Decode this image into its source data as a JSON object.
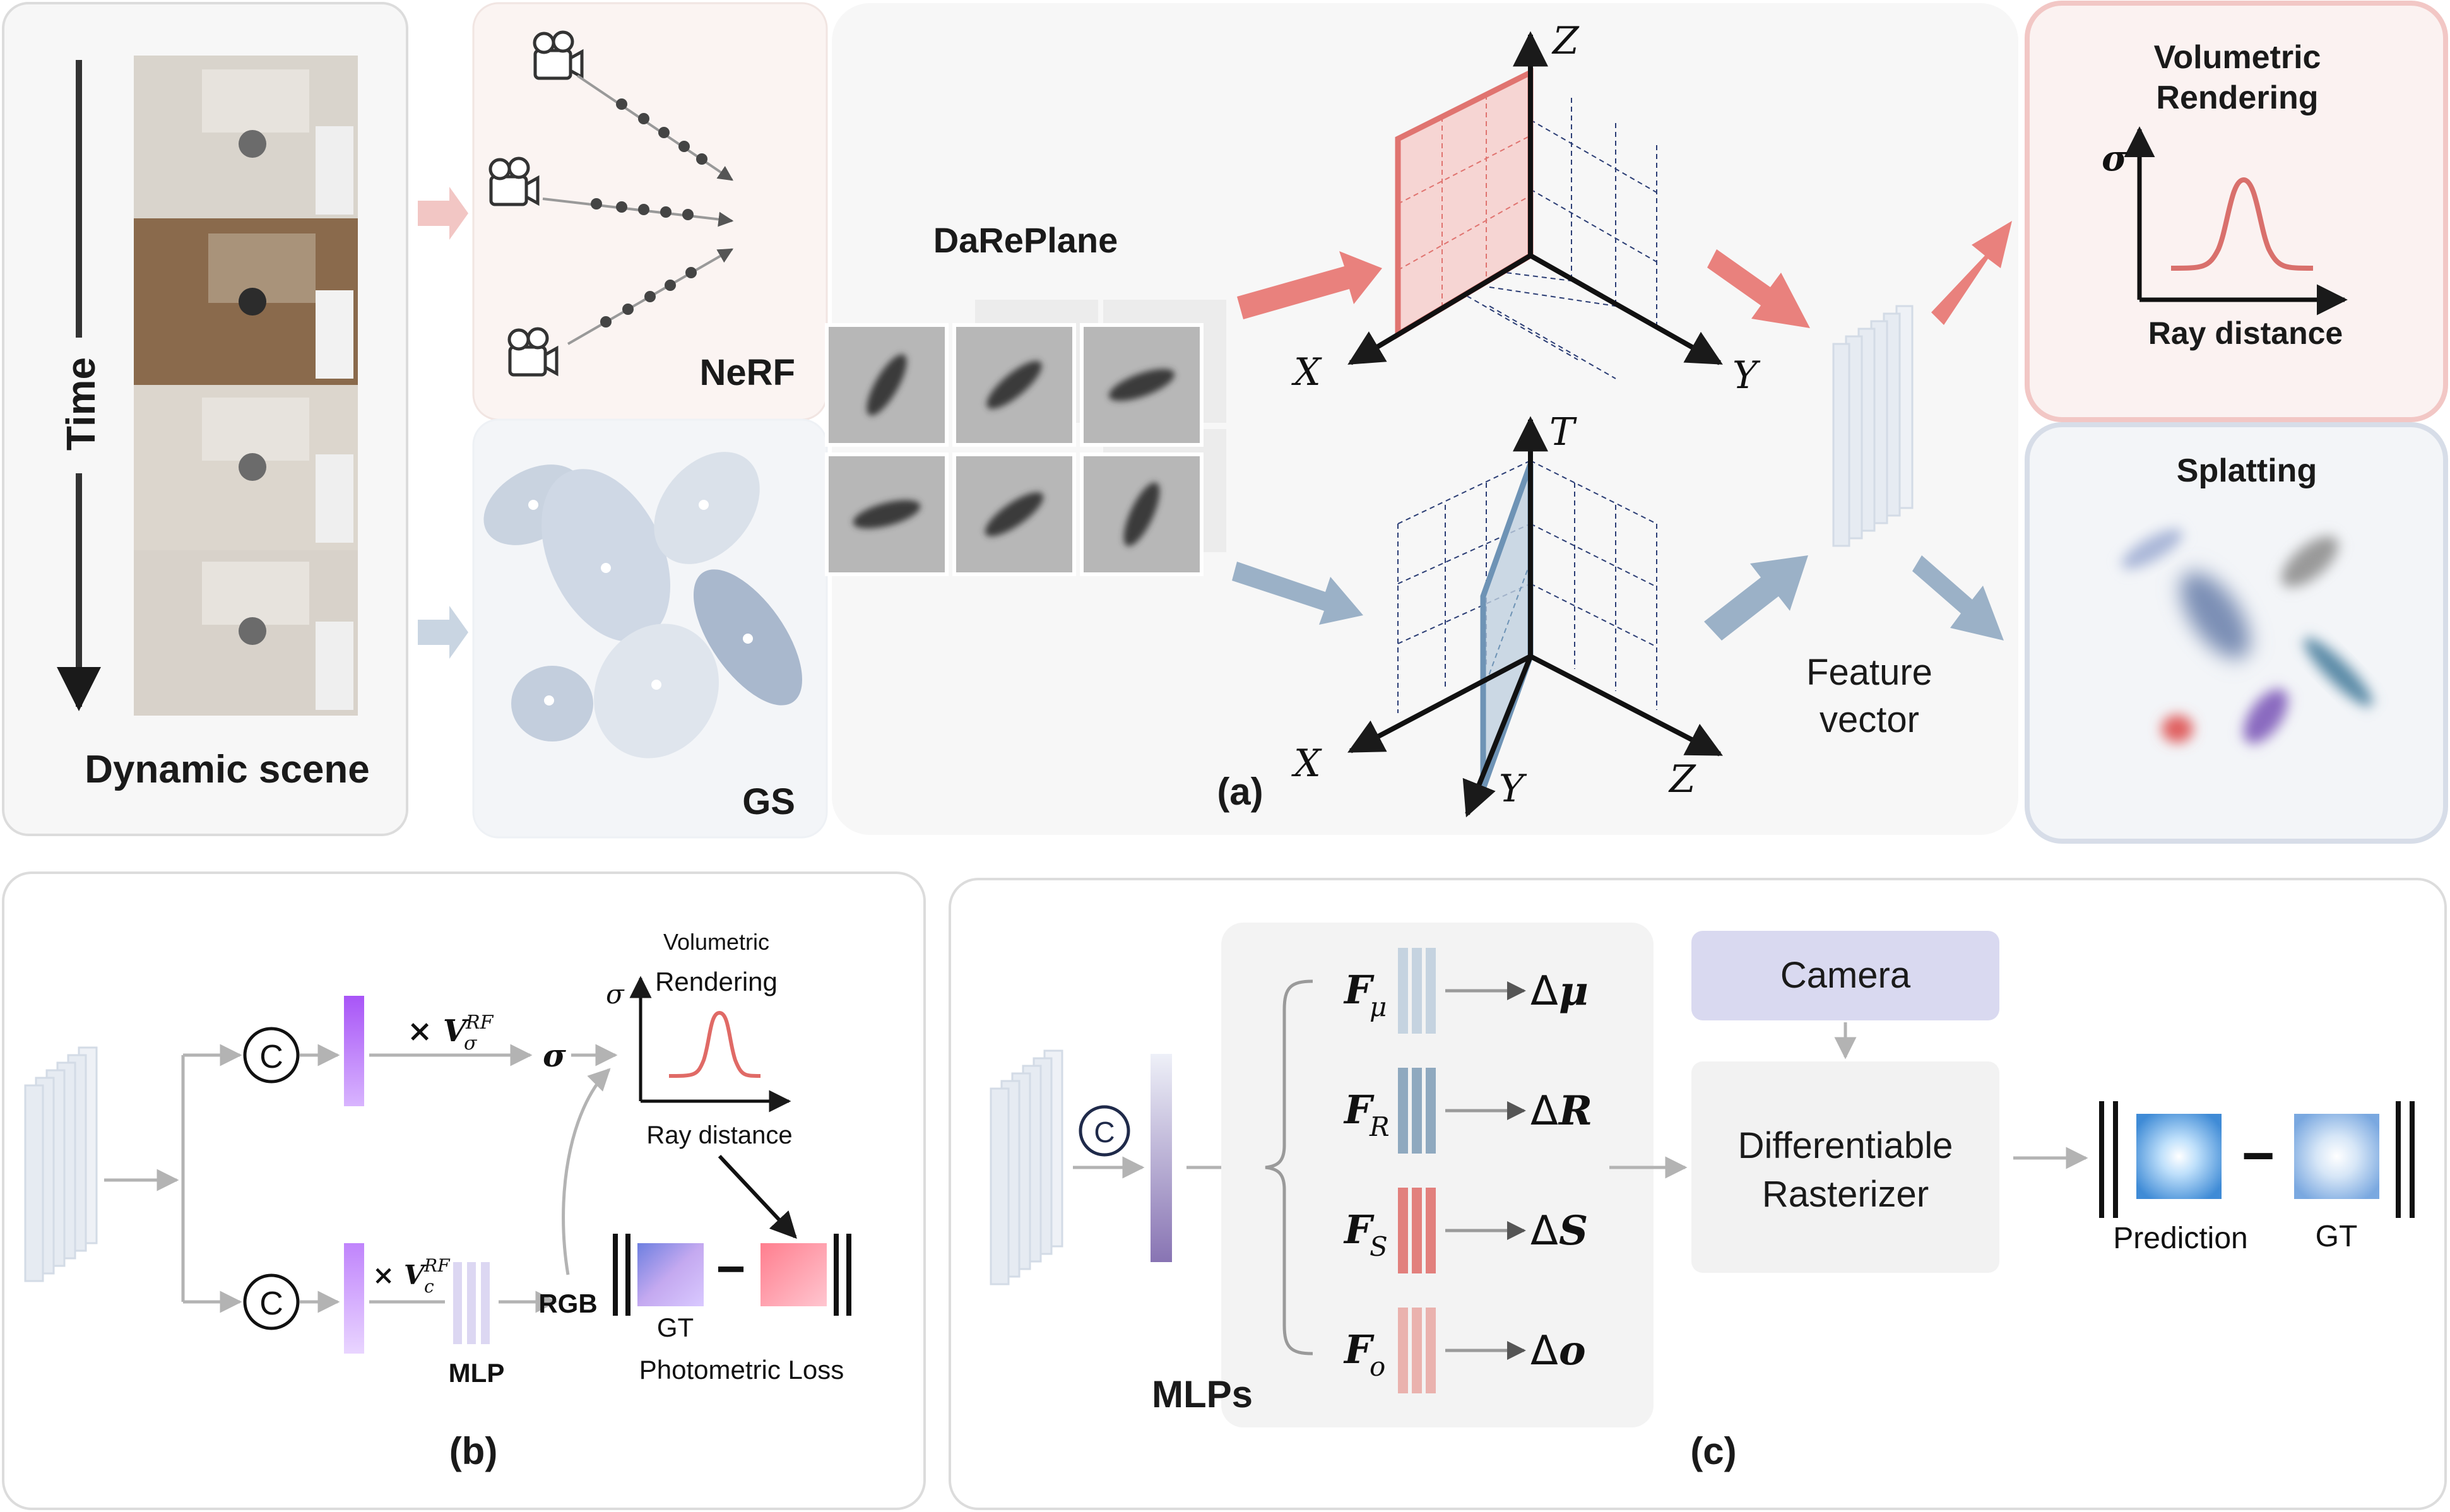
{
  "panel_top": {
    "dynamic_scene": {
      "time_label": "Time",
      "caption": "Dynamic scene"
    },
    "nerf": {
      "label": "NeRF"
    },
    "gs": {
      "label": "GS"
    },
    "dareplane": {
      "title": "DaRePlane",
      "caption": "(a)",
      "upper_axes": {
        "z": "Z",
        "x": "X",
        "y": "Y"
      },
      "lower_axes": {
        "t": "T",
        "x": "X",
        "y": "Y",
        "z": "Z"
      },
      "feature_vector": [
        "Feature",
        "vector"
      ]
    },
    "volumetric": {
      "title_line1": "Volumetric",
      "title_line2": "Rendering",
      "y_axis": "σ",
      "x_axis": "Ray distance"
    },
    "splatting": {
      "title": "Splatting"
    }
  },
  "panel_b": {
    "caption": "(b)",
    "concat": "C",
    "sigma_mult": "× V",
    "sigma_sup": "RF",
    "sigma_sub": "σ",
    "sigma_out": "σ",
    "color_mult": "× V",
    "color_sup": "RF",
    "color_sub": "c",
    "mlp": "MLP",
    "rgb": "RGB",
    "vol_title_1": "Volumetric",
    "vol_title_2": "Rendering",
    "vol_y": "σ",
    "vol_x": "Ray distance",
    "gt": "GT",
    "loss": "Photometric Loss",
    "minus": "−"
  },
  "panel_c": {
    "caption": "(c)",
    "concat": "C",
    "mlps": "MLPs",
    "heads": [
      {
        "f": "F",
        "sub": "μ",
        "delta": "Δ",
        "out": "μ",
        "color": "#c5d3e0"
      },
      {
        "f": "F",
        "sub": "R",
        "delta": "Δ",
        "out": "R",
        "color": "#8fa9bf"
      },
      {
        "f": "F",
        "sub": "S",
        "delta": "Δ",
        "out": "S",
        "color": "#e2807d"
      },
      {
        "f": "F",
        "sub": "o",
        "delta": "Δ",
        "out": "o",
        "color": "#eab2ae"
      }
    ],
    "camera": "Camera",
    "rasterizer_1": "Differentiable",
    "rasterizer_2": "Rasterizer",
    "prediction": "Prediction",
    "gt": "GT",
    "minus": "−"
  },
  "colors": {
    "nerf_accent": "#e9817d",
    "gs_accent": "#9bb1c7",
    "panel_border": "#d9d9d9",
    "panel_fill": "#f7f7f7",
    "camera_box": "#d9d9f0",
    "mlp_purple": "#b070e8"
  }
}
